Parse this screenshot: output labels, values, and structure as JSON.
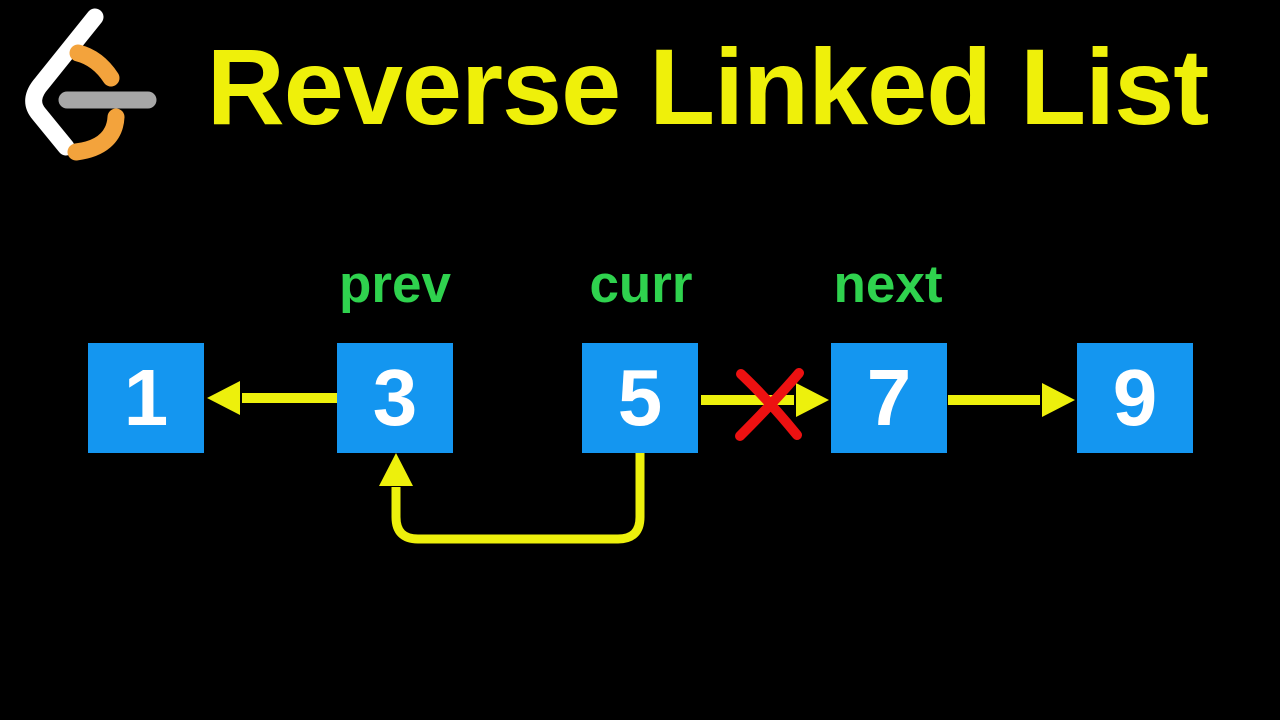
{
  "header": {
    "logo": "leetcode-logo",
    "title": "Reverse Linked List",
    "title_color": "#EFF00A"
  },
  "colors": {
    "background": "#000000",
    "node_blue": "#1496F0",
    "node_text": "#FFFFFF",
    "arrow_yellow": "#EDF00C",
    "pointer_green": "#2FD24E",
    "cross_red": "#ED1111",
    "logo_orange": "#F3A33C",
    "logo_gray": "#A7A7A7",
    "logo_white": "#FFFFFF"
  },
  "diagram": {
    "nodes": [
      {
        "value": "1"
      },
      {
        "value": "3"
      },
      {
        "value": "5"
      },
      {
        "value": "7"
      },
      {
        "value": "9"
      }
    ],
    "pointer_labels": [
      {
        "label": "prev",
        "above_node": "3"
      },
      {
        "label": "curr",
        "above_node": "5"
      },
      {
        "label": "next",
        "above_node": "7"
      }
    ],
    "arrows": [
      {
        "from": "3",
        "to": "1",
        "style": "straight",
        "crossed_out": false
      },
      {
        "from": "5",
        "to": "7",
        "style": "straight",
        "crossed_out": true
      },
      {
        "from": "7",
        "to": "9",
        "style": "straight",
        "crossed_out": false
      },
      {
        "from": "5",
        "to": "3",
        "style": "curved",
        "crossed_out": false
      }
    ]
  }
}
